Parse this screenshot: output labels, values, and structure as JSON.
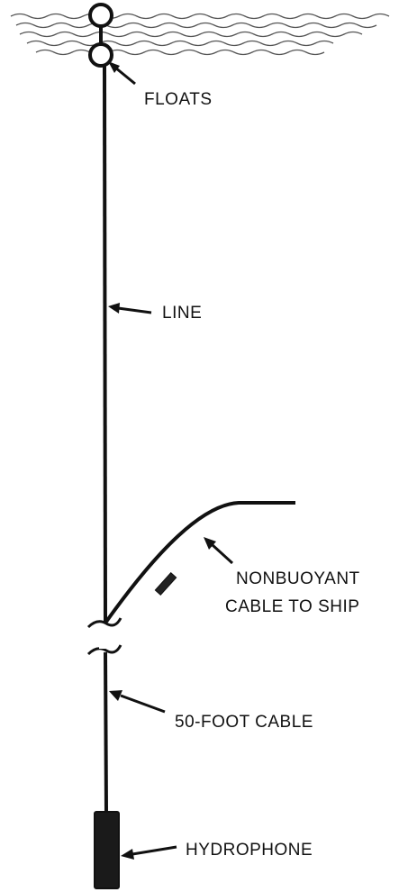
{
  "labels": {
    "floats": "FLOATS",
    "line": "LINE",
    "cable_to_ship_1": "NONBUOYANT",
    "cable_to_ship_2": "CABLE TO SHIP",
    "fifty_foot_cable": "50-FOOT CABLE",
    "hydrophone": "HYDROPHONE"
  },
  "colors": {
    "ink": "#111111",
    "water": "#555555",
    "paper": "#ffffff"
  }
}
